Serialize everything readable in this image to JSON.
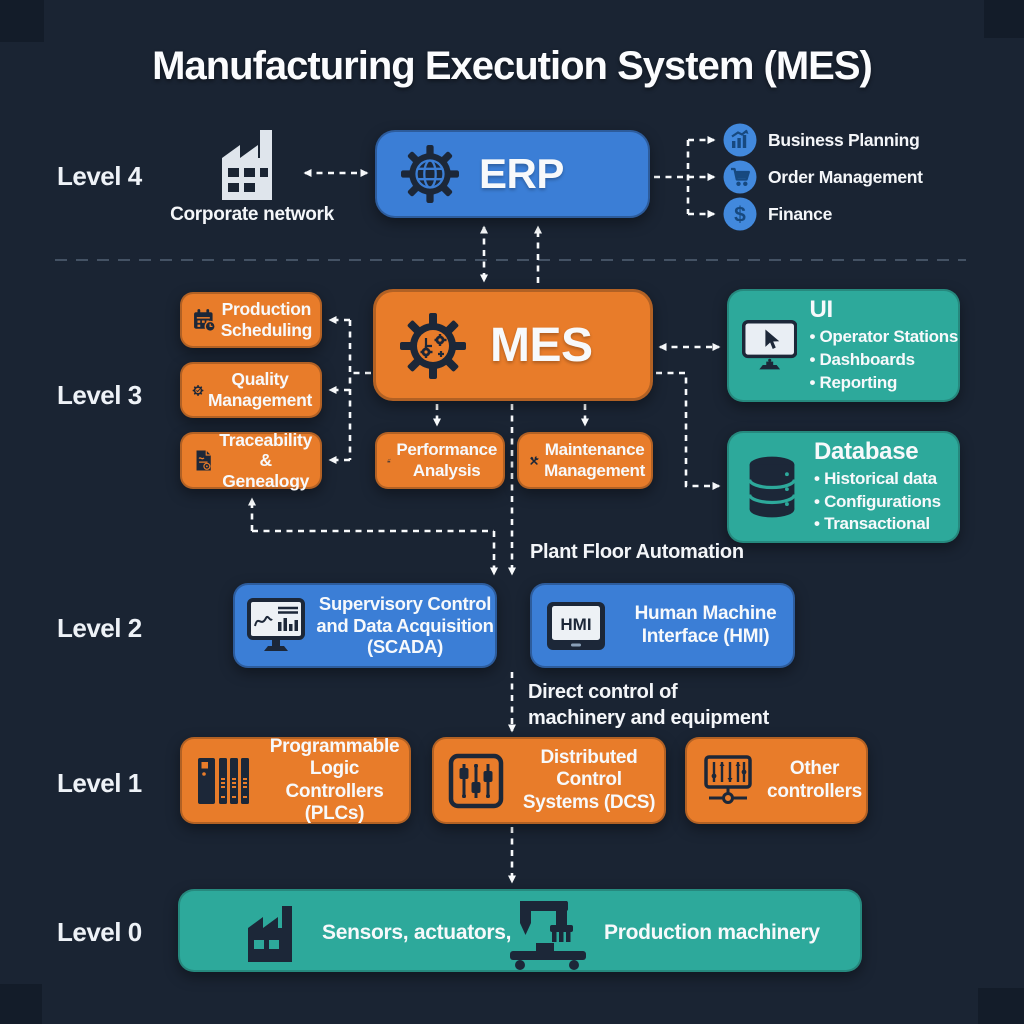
{
  "title": "Manufacturing Execution System (MES)",
  "colors": {
    "background": "#1a2433",
    "blue": "#3b7ed6",
    "orange": "#e87c2a",
    "teal": "#2da99b",
    "icon_dark": "#1c2738",
    "satellite_circle": "#4289dd",
    "satellite_glyph": "#17497f"
  },
  "levels": {
    "l4": "Level 4",
    "l3": "Level 3",
    "l2": "Level 2",
    "l1": "Level 1",
    "l0": "Level 0"
  },
  "level4": {
    "corporate_network": "Corporate network",
    "erp": "ERP",
    "planning": "Business Planning",
    "orders": "Order Management",
    "finance": "Finance"
  },
  "level3": {
    "mes": "MES",
    "production_scheduling": "Production\nScheduling",
    "quality_management": "Quality\nManagement",
    "traceability": "Traceability\n& Genealogy",
    "performance": "Performance\nAnalysis",
    "maintenance": "Maintenance\nManagement",
    "ui_title": "UI",
    "ui_items": [
      "• Operator Stations",
      "• Dashboards",
      "• Reporting"
    ],
    "db_title": "Database",
    "db_items": [
      "• Historical data",
      "• Configurations",
      "• Transactional"
    ]
  },
  "annotations": {
    "plant_floor": "Plant Floor Automation",
    "direct_control": "Direct control of\nmachinery and equipment"
  },
  "level2": {
    "scada": "Supervisory Control\nand Data Acquisition\n(SCADA)",
    "hmi_icon": "HMI",
    "hmi": "Human Machine\nInterface (HMI)"
  },
  "level1": {
    "plc": "Programmable Logic\nControllers (PLCs)",
    "dcs": "Distributed Control\nSystems (DCS)",
    "other": "Other\ncontrollers"
  },
  "level0": {
    "sensors": "Sensors, actuators,",
    "machinery": "Production machinery"
  },
  "icons": {
    "dollar": "$"
  }
}
